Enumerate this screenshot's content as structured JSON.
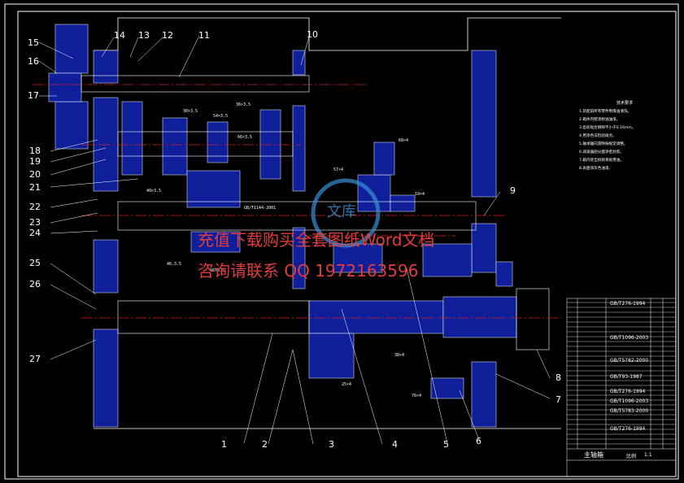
{
  "drawing": {
    "type": "gearbox main-shaft assembly (CAD section view)",
    "colors": {
      "background": "#000000",
      "frame": "#ffffff",
      "section_fill": "#0f1f9a",
      "centerline": "#d22222",
      "watermark": "#e23c3c",
      "logo": "#3a8fd6"
    }
  },
  "callouts": {
    "c1": "1",
    "c2": "2",
    "c3": "3",
    "c4": "4",
    "c5": "5",
    "c6": "6",
    "c7": "7",
    "c8": "8",
    "c9": "9",
    "c10": "10",
    "c11": "11",
    "c12": "12",
    "c13": "13",
    "c14": "14",
    "c15": "15",
    "c16": "16",
    "c17": "17",
    "c18": "18",
    "c19": "19",
    "c20": "20",
    "c21": "21",
    "c22": "22",
    "c23": "23",
    "c24": "24",
    "c25": "25",
    "c26": "26",
    "c27": "27"
  },
  "dimensions": {
    "d1": "30×3.5",
    "d2": "36×3.5",
    "d3": "54×3.5",
    "d4": "66×3.5",
    "d5": "40×3.5",
    "d6": "68×4",
    "d7": "57×4",
    "d8": "19×4",
    "d9": "46.3.5",
    "d10": "66×3.5",
    "d11": "GB/T1144-2001",
    "d12": "38×4",
    "d13": "76×4",
    "d14": "25×4"
  },
  "watermark": {
    "line1": "充值下载购买全套图纸Word文档",
    "line2": "咨询请联系 QQ 1972163596",
    "logo": "文库"
  },
  "notes": {
    "title": "技术要求",
    "items": [
      "1.装配前所有零件用煤油清洗。",
      "2.箱体内壁涂耐油油漆。",
      "3.齿轮啮合侧隙不小于0.16mm。",
      "4.用涂色法检验斑点。",
      "5.轴承轴向游隙按规定调整。",
      "6.减速器剖分面涂密封胶。",
      "7.箱内装全损耗系统用油。",
      "8.表面涂灰色油漆。"
    ]
  },
  "title_block": {
    "drawing_title": "主轴箱",
    "scale_label": "比例",
    "scale": "1:1",
    "rows": [
      "GB/T276-1994",
      "GB/T1096-2003",
      "GB/T5782-2000",
      "GB/T93-1987",
      "GB/T276-1994",
      "GB/T1096-2003",
      "GB/T5783-2000",
      "GB/T276-1994"
    ]
  }
}
